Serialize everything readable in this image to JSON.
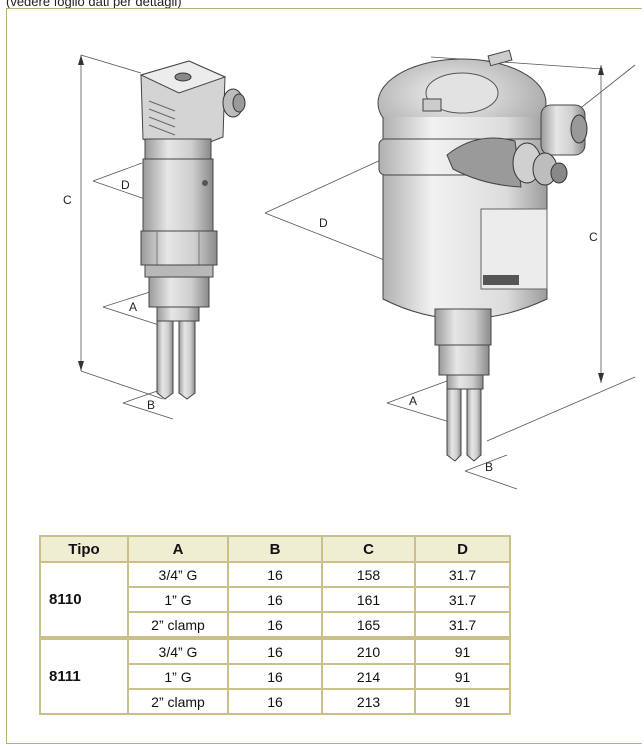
{
  "note": "(vedere foglio dati per dettagli)",
  "drawing": {
    "labels": {
      "c_left": "C",
      "d_left": "D",
      "a_left": "A",
      "b_left": "B",
      "c_right": "C",
      "d_right": "D",
      "a_right": "A",
      "b_right": "B"
    }
  },
  "table": {
    "headers": [
      "Tipo",
      "A",
      "B",
      "C",
      "D"
    ],
    "groups": [
      {
        "tipo": "8110",
        "rows": [
          [
            "3/4” G",
            "16",
            "158",
            "31.7"
          ],
          [
            "1” G",
            "16",
            "161",
            "31.7"
          ],
          [
            "2” clamp",
            "16",
            "165",
            "31.7"
          ]
        ]
      },
      {
        "tipo": "8111",
        "rows": [
          [
            "3/4” G",
            "16",
            "210",
            "91"
          ],
          [
            "1” G",
            "16",
            "214",
            "91"
          ],
          [
            "2” clamp",
            "16",
            "213",
            "91"
          ]
        ]
      }
    ]
  }
}
